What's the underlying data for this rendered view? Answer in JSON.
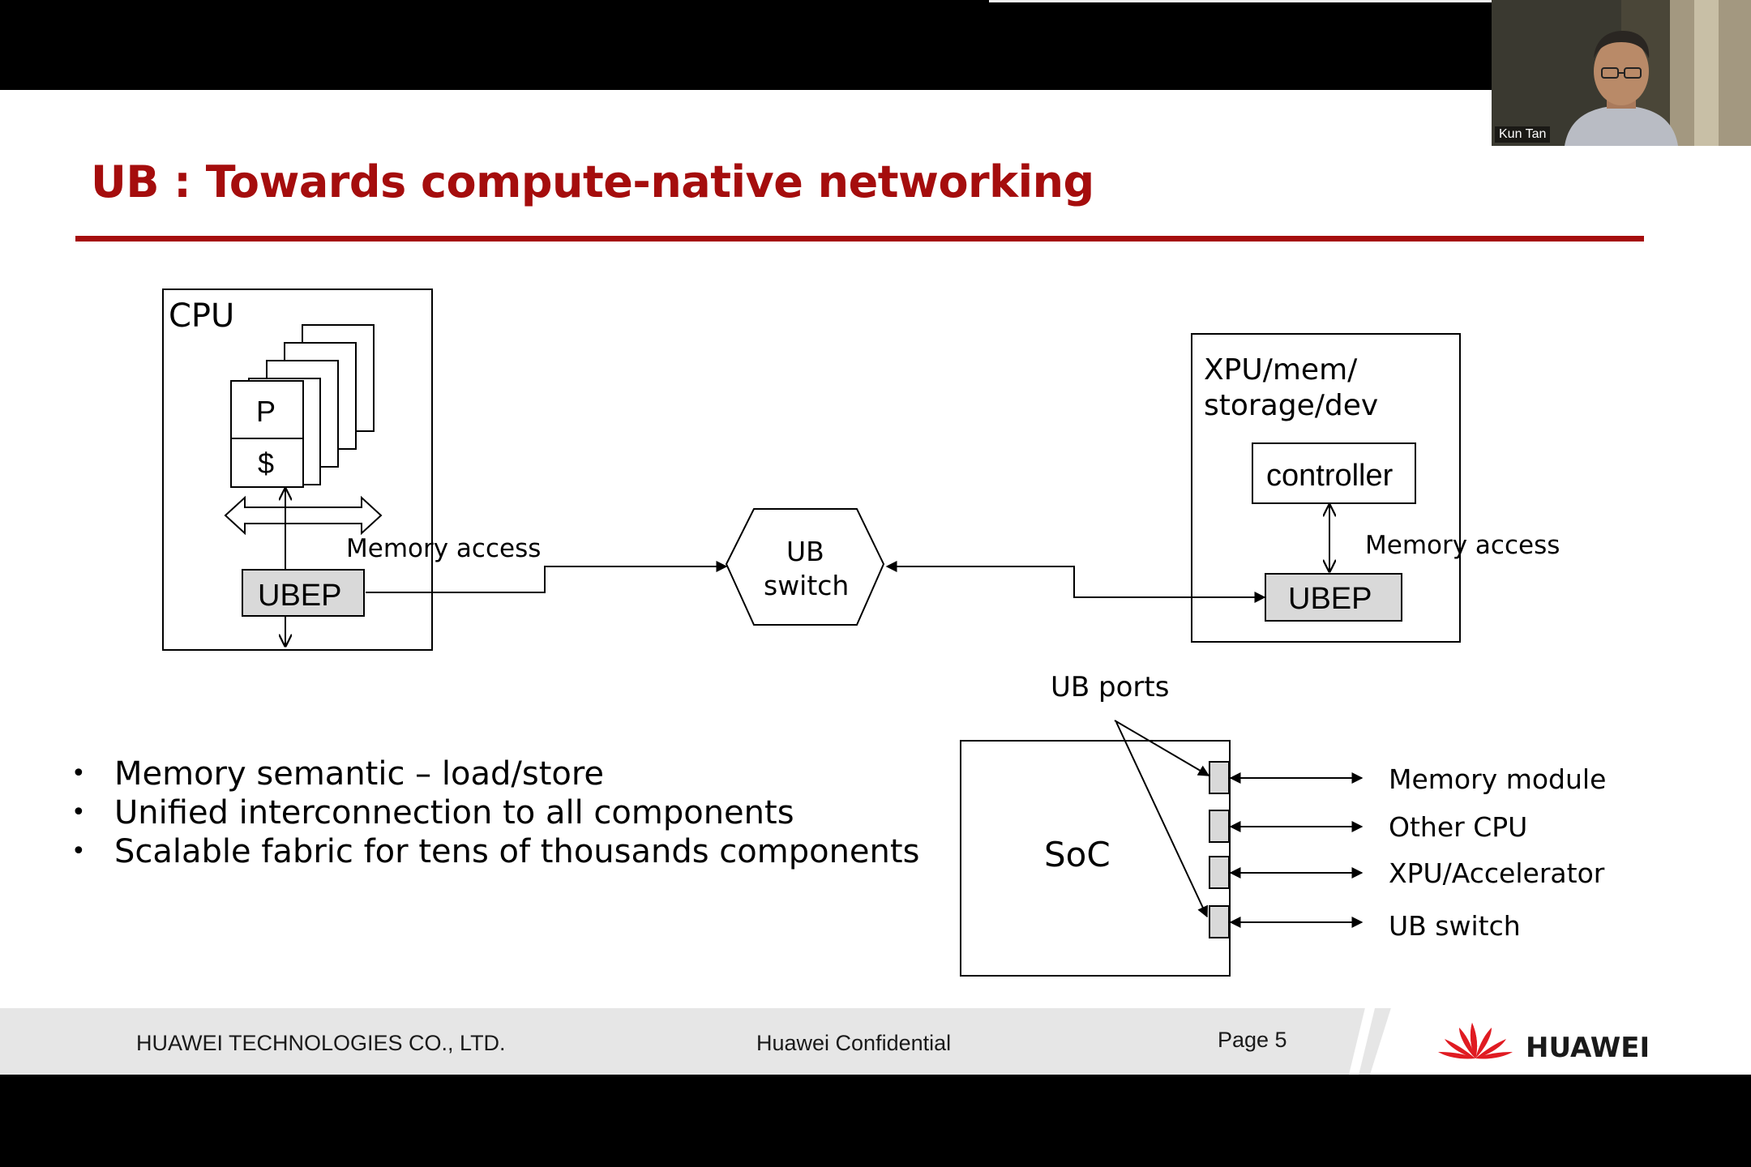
{
  "slide": {
    "title": "UB : Towards compute-native networking",
    "colors": {
      "accent": "#a50d0d",
      "footer_bg": "#e6e6e6",
      "box_fill": "#d9d9d9"
    }
  },
  "diagram": {
    "cpu_box_label": "CPU",
    "processor_label": "P",
    "cache_label": "$",
    "memory_access_left": "Memory access",
    "ubep_left": "UBEP",
    "switch_line1": "UB",
    "switch_line2": "switch",
    "xpu_line1": "XPU/mem/",
    "xpu_line2": "storage/dev",
    "controller_label": "controller",
    "memory_access_right": "Memory access",
    "ubep_right": "UBEP",
    "ub_ports_label": "UB ports",
    "soc_label": "SoC",
    "port_targets": [
      "Memory module",
      "Other CPU",
      "XPU/Accelerator",
      "UB switch"
    ]
  },
  "bullets": [
    "Memory semantic – load/store",
    "Unified interconnection to all components",
    "Scalable fabric for tens of thousands components"
  ],
  "bullet_glyph": "•",
  "footer": {
    "company": "HUAWEI TECHNOLOGIES CO., LTD.",
    "confidential": "Huawei Confidential",
    "page": "Page 5",
    "logo_text": "HUAWEI"
  },
  "webcam": {
    "participant_name": "Kun Tan"
  }
}
